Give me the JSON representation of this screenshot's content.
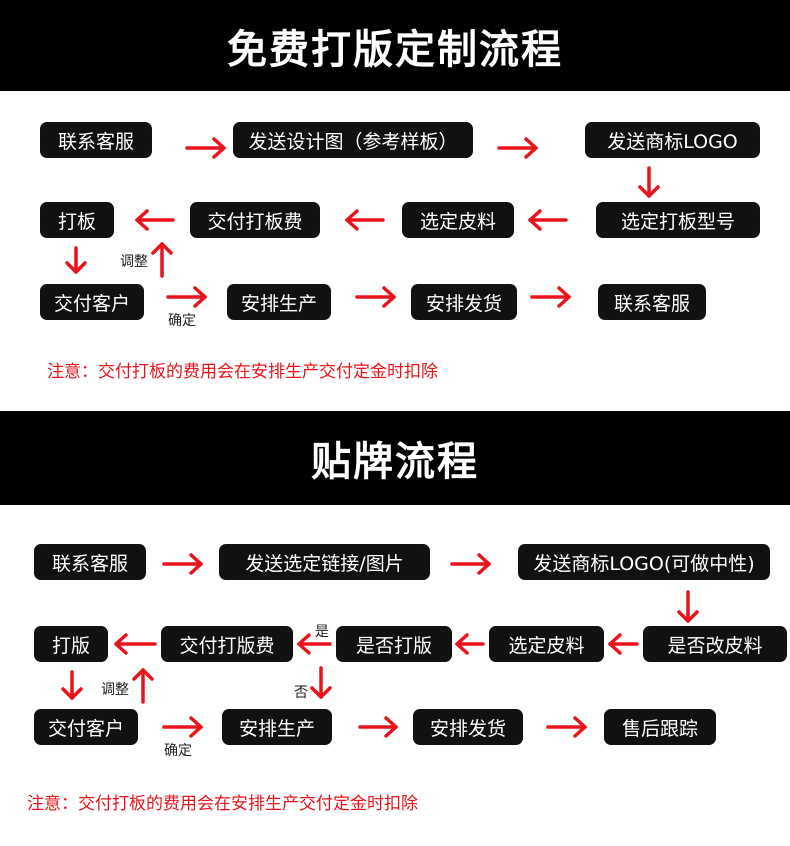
{
  "colors": {
    "banner_bg": "#000000",
    "box_bg": "#111111",
    "arrow": "#e8131b",
    "note": "#e8131b"
  },
  "section1": {
    "title": "免费打版定制流程",
    "steps": {
      "contact_service": "联系客服",
      "send_design": "发送设计图（参考样板）",
      "send_logo": "发送商标LOGO",
      "choose_sample_type": "选定打板型号",
      "choose_leather": "选定皮料",
      "pay_sample_fee": "交付打板费",
      "make_sample": "打板",
      "deliver_customer": "交付客户",
      "arrange_production": "安排生产",
      "arrange_shipping": "安排发货",
      "contact_service_end": "联系客服"
    },
    "labels": {
      "adjust": "调整",
      "confirm": "确定"
    },
    "note": "注意：交付打板的费用会在安排生产交付定金时扣除"
  },
  "section2": {
    "title": "贴牌流程",
    "steps": {
      "contact_service": "联系客服",
      "send_link": "发送选定链接/图片",
      "send_logo": "发送商标LOGO(可做中性)",
      "change_leather": "是否改皮料",
      "choose_leather": "选定皮料",
      "make_sample_q": "是否打版",
      "pay_sample_fee": "交付打版费",
      "make_sample": "打版",
      "deliver_customer": "交付客户",
      "arrange_production": "安排生产",
      "arrange_shipping": "安排发货",
      "after_sales": "售后跟踪"
    },
    "labels": {
      "adjust": "调整",
      "confirm": "确定",
      "yes": "是",
      "no": "否"
    },
    "note": "注意：交付打板的费用会在安排生产交付定金时扣除"
  }
}
